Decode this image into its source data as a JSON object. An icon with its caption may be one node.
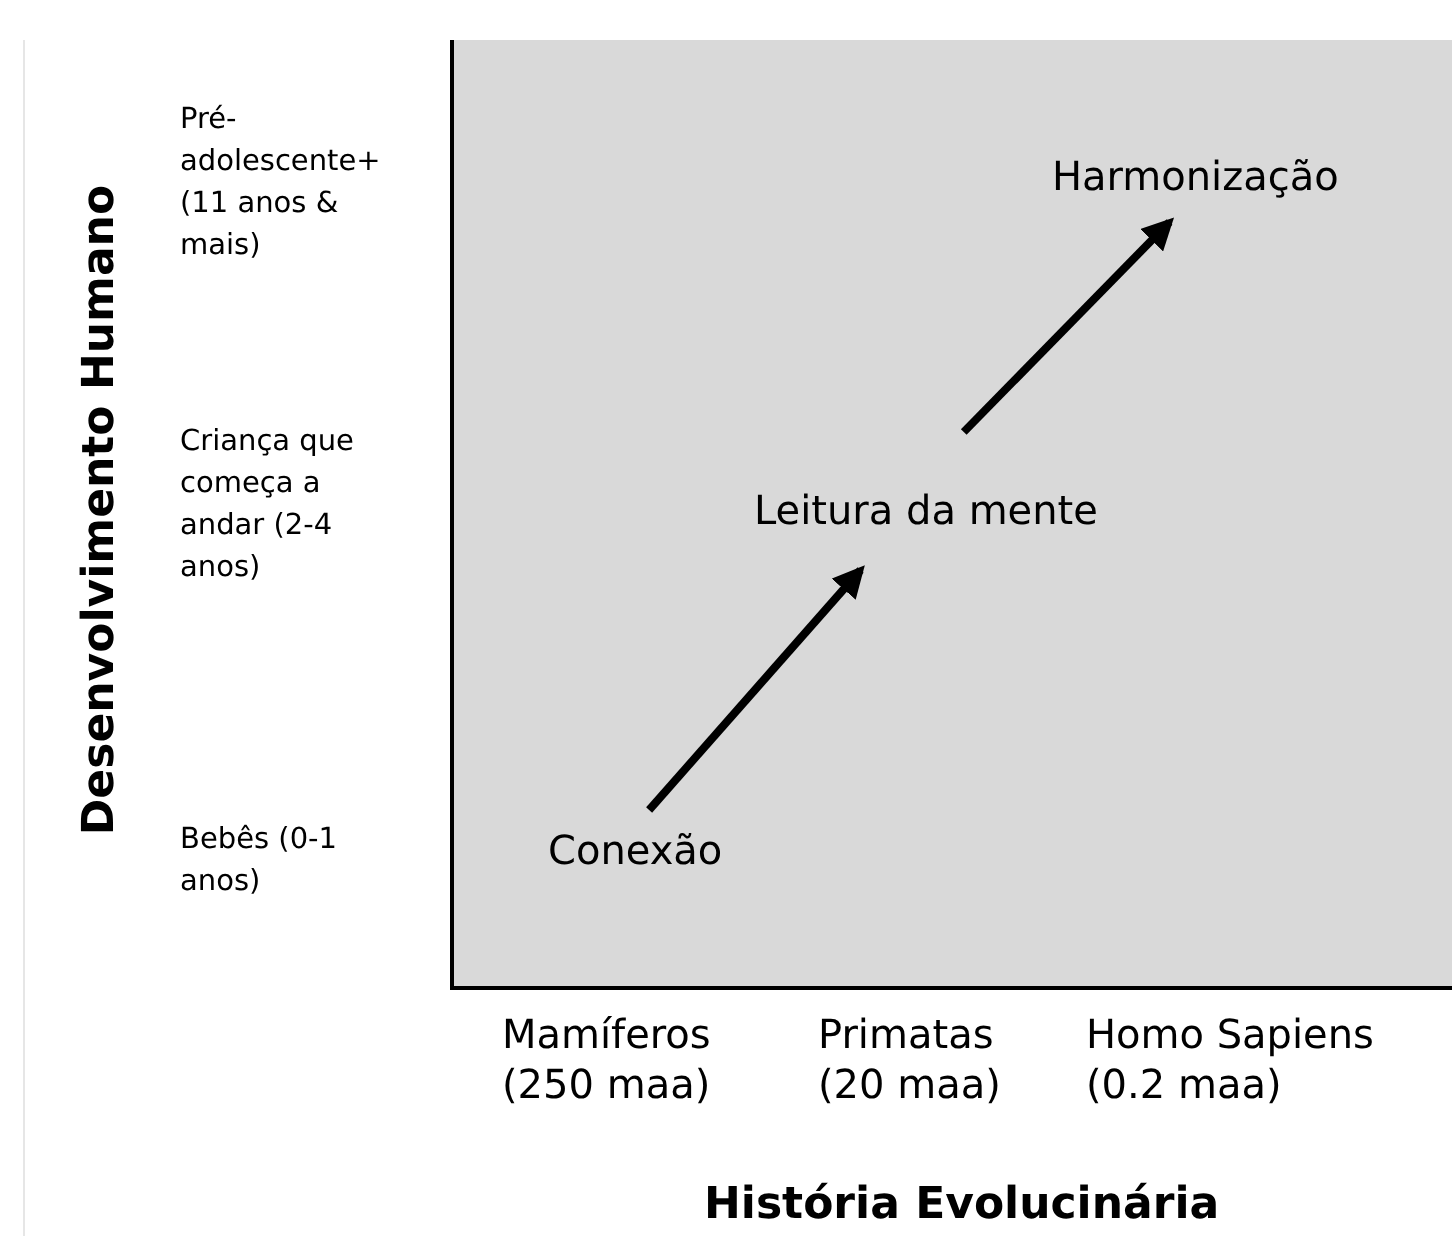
{
  "diagram": {
    "nodes": [
      {
        "text": [
          "Conexão"
        ]
      },
      {
        "text": [
          "Leitura da mente"
        ]
      },
      {
        "text": [
          "Harmonização"
        ]
      }
    ],
    "edges": [
      {
        "from": 0,
        "to": 1,
        "arrow": "to"
      },
      {
        "from": 1,
        "to": 2,
        "arrow": "to"
      }
    ],
    "labels": [
      "Pré-adolescente+ (11 anos & mais)",
      "Desenvolvimento Humano",
      "Criança que começa a andar (2-4 anos)",
      "Bebês (0-1 anos)",
      "Mamíferos (250 maa)",
      "Primatas (20 maa)",
      "Homo Sapiens (0.2 maa)",
      "História Evolucinária"
    ]
  }
}
